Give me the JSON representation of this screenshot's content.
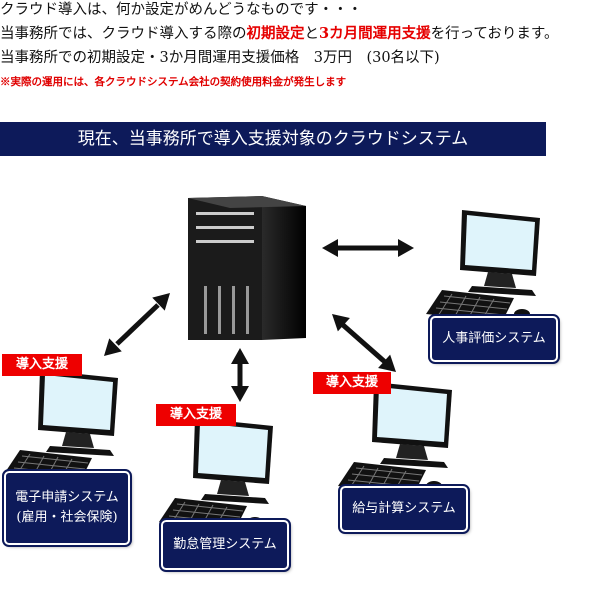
{
  "intro": {
    "line1": "クラウド導入は、何か設定がめんどうなものです・・・",
    "line2_pre": "当事務所では、クラウド導入する際の",
    "line2_red1": "初期設定",
    "line2_mid": "と",
    "line2_red2": "3カ月間運用支援",
    "line2_post": "を行っております。",
    "line3": "当事務所での初期設定・3か月間運用支援価格　3万円　(30名以下)",
    "note": "※実際の運用には、各クラウドシステム会社の契約使用料金が発生します"
  },
  "banner": "現在、当事務所で導入支援対象のクラウドシステム",
  "diagram": {
    "support_tag": "導入支援",
    "systems": {
      "hr_eval": "人事評価システム",
      "payroll": "給与計算システム",
      "attendance": "勤怠管理システム",
      "e_filing_l1": "電子申請システム",
      "e_filing_l2": "(雇用・社会保険)"
    }
  },
  "colors": {
    "navy": "#0d1a5a",
    "red": "#ee0000",
    "screen": "#dff4fb"
  }
}
